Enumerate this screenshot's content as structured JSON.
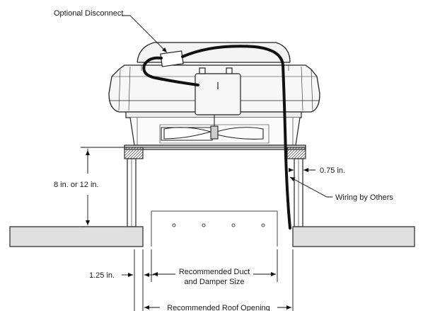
{
  "labels": {
    "optional_disconnect": "Optional Disconnect",
    "curb_height": "8 in. or 12 in.",
    "curb_wall": "0.75 in.",
    "wiring": "Wiring by Others",
    "flange_gap": "1.25 in.",
    "duct_line1": "Recommended Duct",
    "duct_line2": "and Damper Size",
    "roof_opening": "Recommended Roof Opening"
  }
}
